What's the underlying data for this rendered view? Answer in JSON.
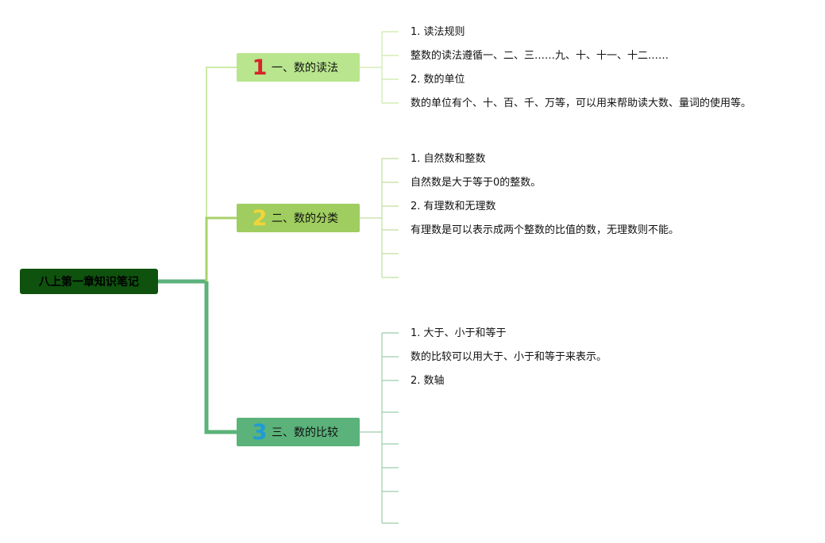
{
  "root": {
    "label": "八上第一章知识笔记"
  },
  "branches": [
    {
      "number": "1",
      "label": "一、数的读法",
      "items": [
        "1. 读法规则",
        "整数的读法遵循一、二、三……九、十、十一、十二……",
        "2. 数的单位",
        "数的单位有个、十、百、千、万等，可以用来帮助读大数、量词的使用等。"
      ]
    },
    {
      "number": "2",
      "label": "二、数的分类",
      "items": [
        "1. 自然数和整数",
        "自然数是大于等于0的整数。",
        "2. 有理数和无理数",
        "有理数是可以表示成两个整数的比值的数，无理数则不能。"
      ]
    },
    {
      "number": "3",
      "label": "三、数的比较",
      "items": [
        "1. 大于、小于和等于",
        "数的比较可以用大于、小于和等于来表示。",
        "2. 数轴"
      ]
    }
  ],
  "colors": {
    "root_bg": "#0e520e",
    "branch1_bg": "#b8e58d",
    "branch2_bg": "#9fcd5f",
    "branch3_bg": "#5bb27a",
    "number1": "#d8232a",
    "number2": "#f2d43a",
    "number3": "#1f9bd7"
  }
}
